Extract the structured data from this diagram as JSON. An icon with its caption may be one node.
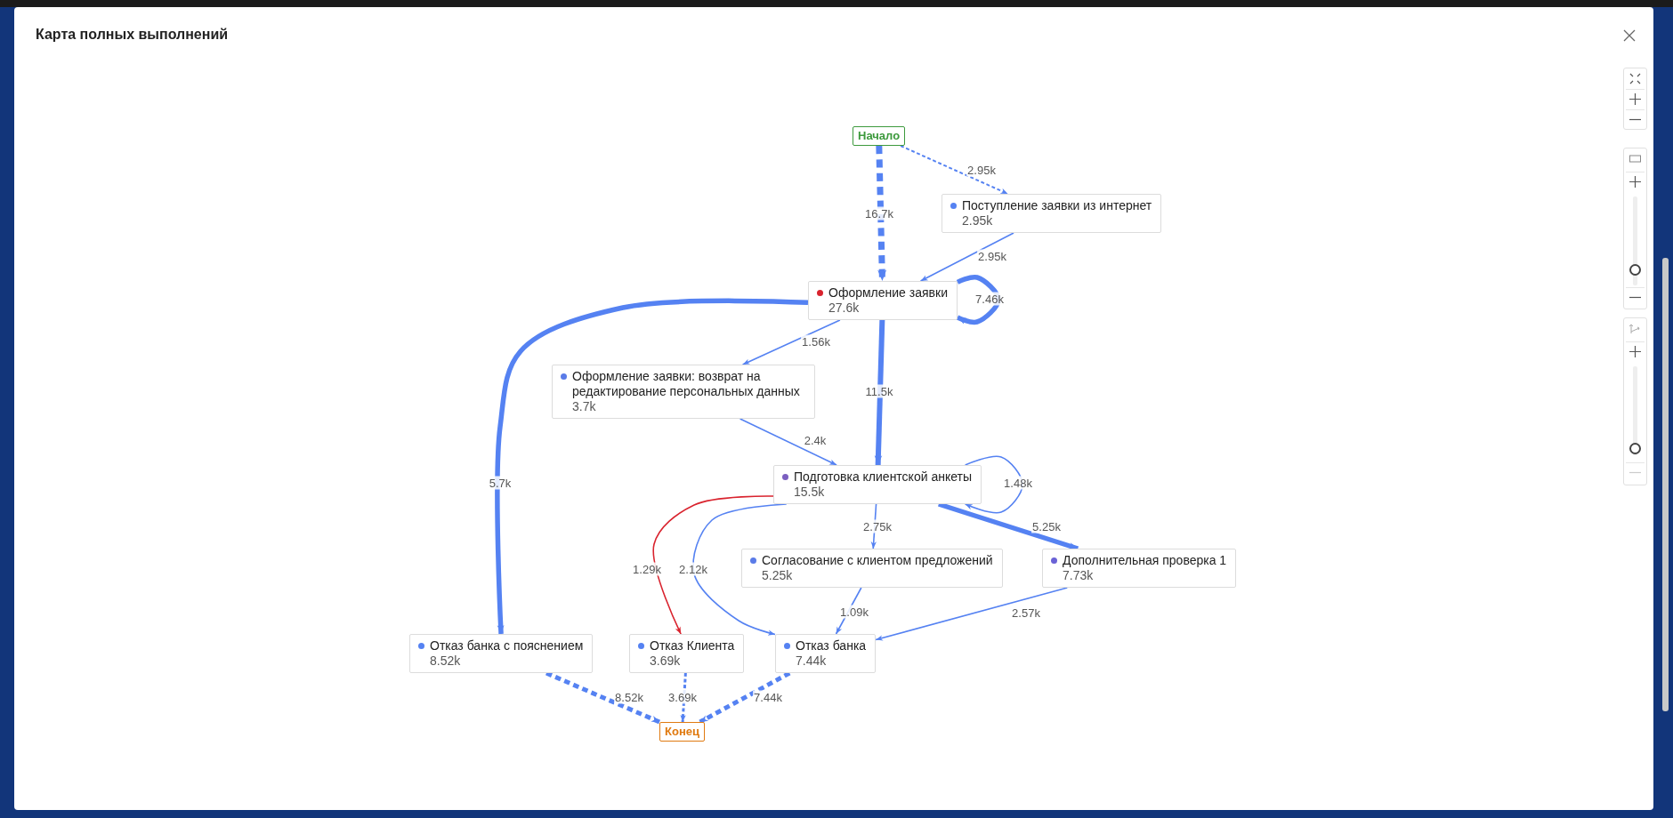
{
  "diagram": {
    "title": "Карта полных выполнений",
    "nodes": [
      {
        "text": [
          "Начало"
        ]
      },
      {
        "text": [
          "Поступление заявки из интернет",
          "2.95k"
        ]
      },
      {
        "text": [
          "Оформление заявки",
          "27.6k"
        ]
      },
      {
        "text": [
          "Оформление заявки: возврат на редактирование персональных данных",
          "3.7k"
        ]
      },
      {
        "text": [
          "Подготовка клиентской анкеты",
          "15.5k"
        ]
      },
      {
        "text": [
          "Согласование с клиентом предложений",
          "5.25k"
        ]
      },
      {
        "text": [
          "Дополнительная проверка 1",
          "7.73k"
        ]
      },
      {
        "text": [
          "Отказ банка с пояснением",
          "8.52k"
        ]
      },
      {
        "text": [
          "Отказ Клиента",
          "3.69k"
        ]
      },
      {
        "text": [
          "Отказ банка",
          "7.44k"
        ]
      },
      {
        "text": [
          "Конец"
        ]
      }
    ],
    "edges": [
      {
        "from": 0,
        "to": 1,
        "arrow": "to",
        "label": "2.95k",
        "style": "dashed"
      },
      {
        "from": 0,
        "to": 2,
        "arrow": "to",
        "label": "16.7k",
        "style": "dashed"
      },
      {
        "from": 1,
        "to": 2,
        "arrow": "to",
        "label": "2.95k"
      },
      {
        "from": 2,
        "to": 2,
        "arrow": "to",
        "label": "7.46k",
        "style": "thick"
      },
      {
        "from": 2,
        "to": 3,
        "arrow": "to",
        "label": "1.56k"
      },
      {
        "from": 2,
        "to": 4,
        "arrow": "to",
        "label": "11.5k",
        "style": "thick"
      },
      {
        "from": 2,
        "to": 7,
        "arrow": "to",
        "label": "5.7k",
        "style": "thick"
      },
      {
        "from": 3,
        "to": 4,
        "arrow": "to",
        "label": "2.4k"
      },
      {
        "from": 4,
        "to": 4,
        "arrow": "to",
        "label": "1.48k"
      },
      {
        "from": 4,
        "to": 5,
        "arrow": "to",
        "label": "2.75k"
      },
      {
        "from": 4,
        "to": 6,
        "arrow": "to",
        "label": "5.25k",
        "style": "thick"
      },
      {
        "from": 4,
        "to": 8,
        "arrow": "to",
        "label": "1.29k",
        "color": "#d9232e"
      },
      {
        "from": 4,
        "to": 9,
        "arrow": "to",
        "label": "2.12k"
      },
      {
        "from": 5,
        "to": 9,
        "arrow": "to",
        "label": "1.09k"
      },
      {
        "from": 6,
        "to": 9,
        "arrow": "to",
        "label": "2.57k"
      },
      {
        "from": 7,
        "to": 10,
        "arrow": "to",
        "label": "8.52k",
        "style": "dashed"
      },
      {
        "from": 8,
        "to": 10,
        "arrow": "to",
        "label": "3.69k",
        "style": "dashed"
      },
      {
        "from": 9,
        "to": 10,
        "arrow": "to",
        "label": "7.44k",
        "style": "dashed"
      }
    ]
  }
}
